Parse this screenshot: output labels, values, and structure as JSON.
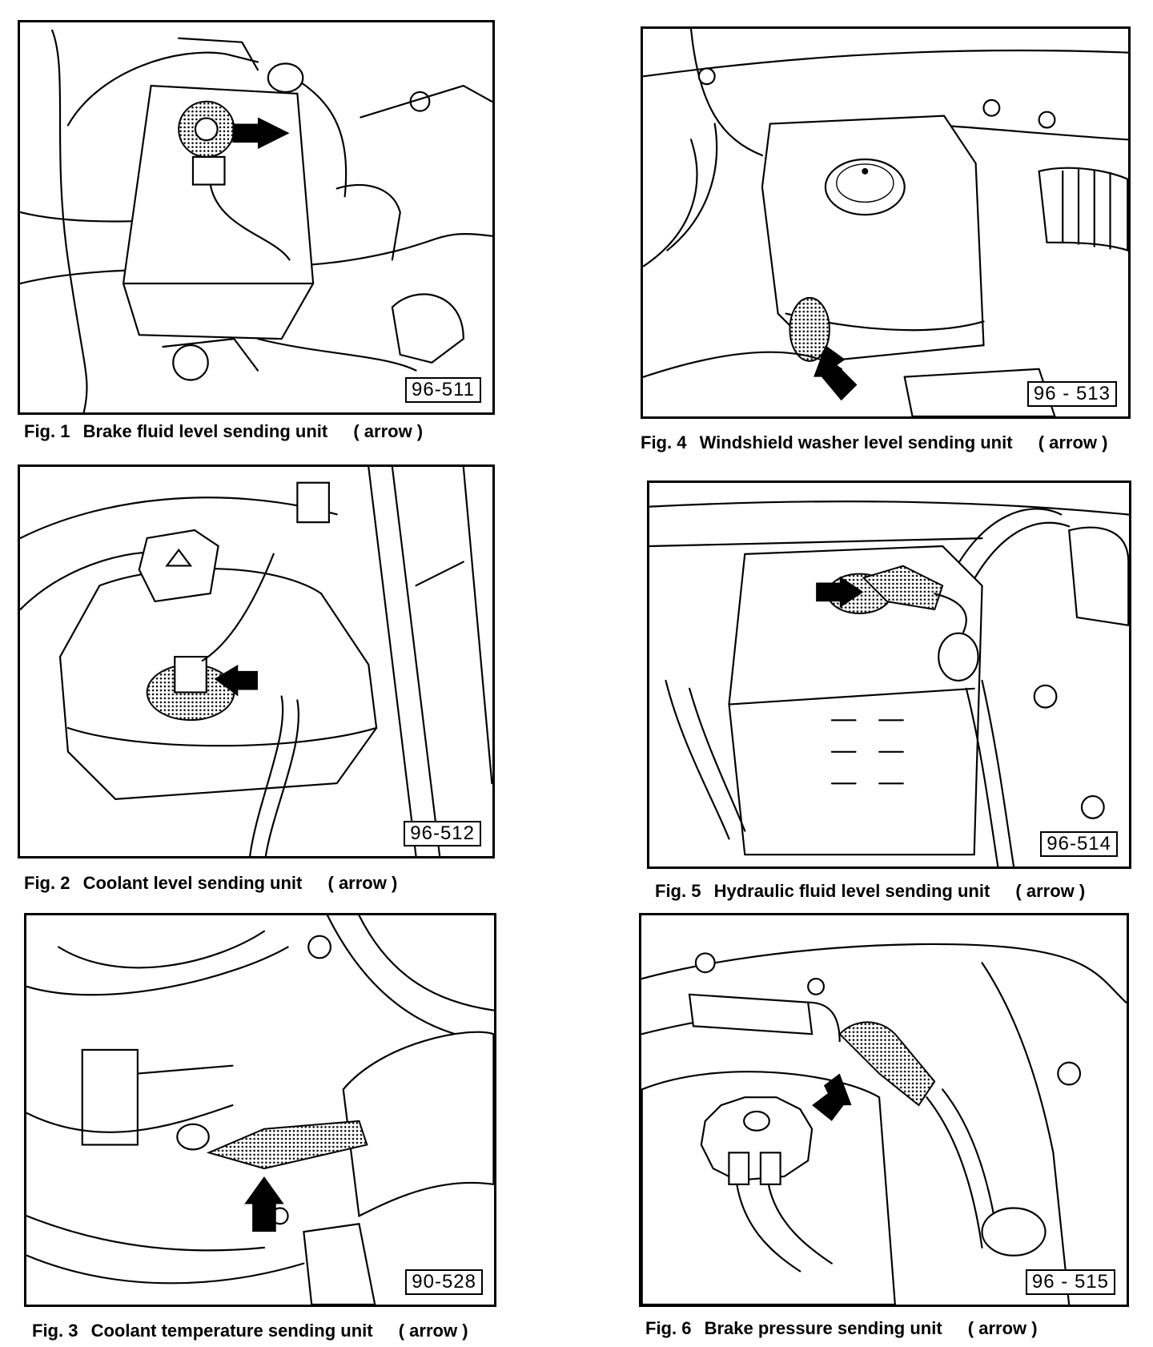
{
  "figures": [
    {
      "number": "Fig. 1",
      "caption": "Brake fluid level sending unit",
      "note": "( arrow )",
      "code": "96-511"
    },
    {
      "number": "Fig. 2",
      "caption": "Coolant level sending unit",
      "note": "( arrow )",
      "code": "96-512"
    },
    {
      "number": "Fig. 3",
      "caption": "Coolant temperature sending unit",
      "note": "( arrow )",
      "code": "90-528"
    },
    {
      "number": "Fig. 4",
      "caption": "Windshield washer level sending unit",
      "note": "( arrow )",
      "code": "96 - 513"
    },
    {
      "number": "Fig. 5",
      "caption": "Hydraulic fluid level sending unit",
      "note": "( arrow )",
      "code": "96-514"
    },
    {
      "number": "Fig. 6",
      "caption": "Brake pressure sending unit",
      "note": "( arrow )",
      "code": "96 - 515"
    }
  ]
}
